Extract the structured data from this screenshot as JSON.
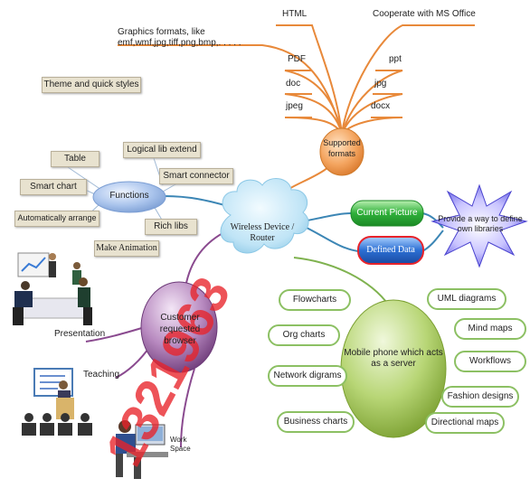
{
  "central": {
    "label": "Wireless Device / Router"
  },
  "formats": {
    "hub": "Supported formats",
    "graphics_note": "Graphics formats, like emf,wmf,jpg,tiff,png,bmp,. . . . .",
    "items": [
      "HTML",
      "Cooperate with MS Office",
      "PDF",
      "ppt",
      "doc",
      "jpg",
      "jpeg",
      "docx"
    ]
  },
  "theme": "Theme and quick styles",
  "functions": {
    "hub": "Functions",
    "items": [
      "Table",
      "Logical lib extend",
      "Smart connector",
      "Smart chart",
      "Automatically arrange",
      "Rich libs",
      "Make Animation"
    ]
  },
  "right": {
    "current_picture": "Current Picture",
    "defined_data": "Defined Data",
    "star_text": "Provide a way to define own libraries"
  },
  "browser": {
    "hub": "Customer requested browser",
    "presentation": "Presentation",
    "teaching": "Teaching",
    "workspace": "Work Space"
  },
  "mobile": {
    "hub": "Mobile phone which acts as a server",
    "items": [
      "Flowcharts",
      "Org charts",
      "Network digrams",
      "Business charts",
      "UML diagrams",
      "Mind maps",
      "Workflows",
      "Fashion designs",
      "Directional maps"
    ]
  },
  "watermark": "1321963",
  "colors": {
    "orange": "#e8893a",
    "blue": "#3c86b5",
    "purple": "#8a4a8f",
    "green": "#7fb24f",
    "watermark": "#e8232a"
  }
}
